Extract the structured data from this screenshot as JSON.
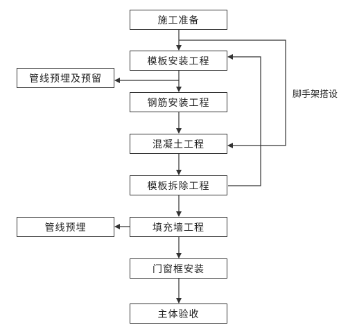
{
  "flowchart": {
    "main_steps": [
      "施工准备",
      "模板安装工程",
      "钢筋安装工程",
      "混凝土工程",
      "模板拆除工程",
      "填充墙工程",
      "门窗框安装",
      "主体验收"
    ],
    "side_steps": {
      "pipe_pre": "管线预埋及预留",
      "pipe_bury": "管线预埋"
    },
    "loop_label": "脚手架搭设"
  }
}
